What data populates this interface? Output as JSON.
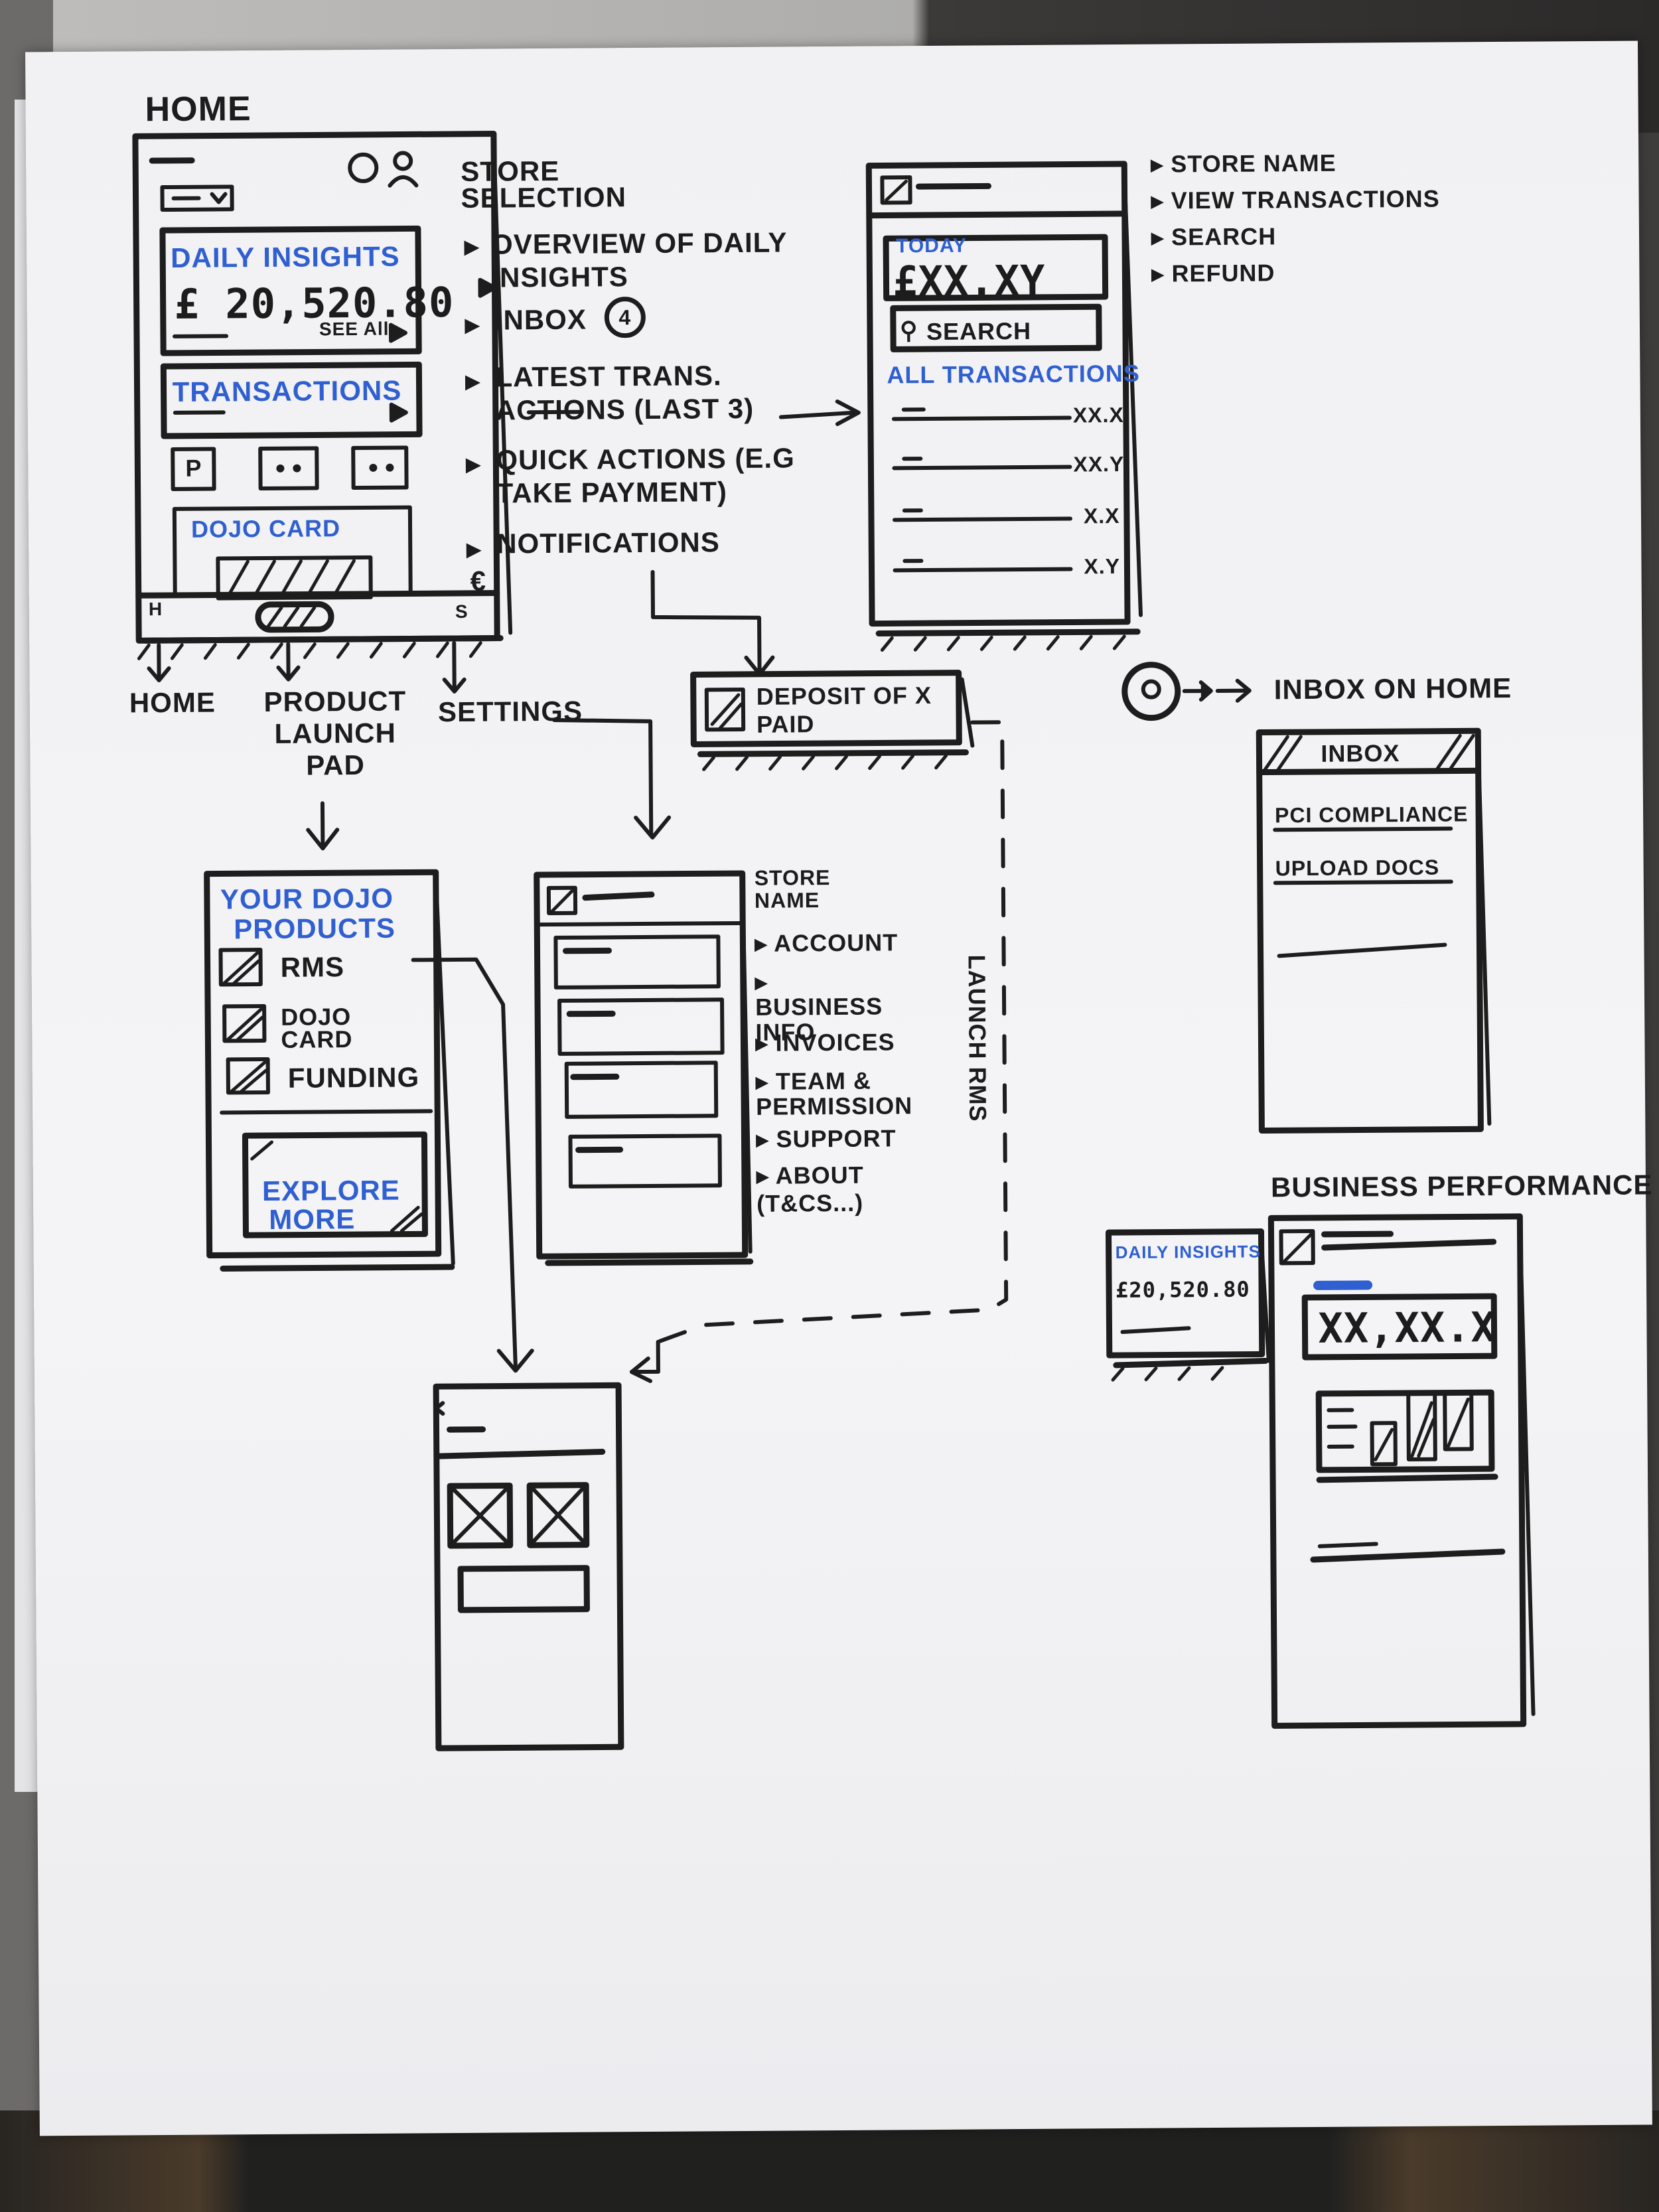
{
  "home": {
    "title": "HOME",
    "daily_insights_label": "DAILY INSIGHTS",
    "daily_insights_value": "£ 20,520.80",
    "see_all": "SEE All",
    "transactions_label": "TRANSACTIONS",
    "quick_action_p": "P",
    "dojo_card_label": "DOJO CARD",
    "nav_h": "H",
    "nav_s": "S",
    "nav_labels": [
      "HOME",
      "PRODUCT LAUNCH PAD",
      "SETTINGS"
    ]
  },
  "home_notes": {
    "store_selection": "STORE SELECTION",
    "overview": "OVERVIEW OF DAILY INSIGHTS",
    "inbox": "INBOX",
    "inbox_badge": "4",
    "latest": "LATEST TRANS. ACTIONS (LAST 3)",
    "quick": "QUICK ACTIONS (E.G TAKE PAYMENT)",
    "notifications": "NOTIFICATIONS",
    "euro": "€"
  },
  "transactions_screen": {
    "today_label": "TODAY",
    "today_value": "£XX.XY",
    "search_label": "SEARCH",
    "all_label": "ALL TRANSACTIONS",
    "row_values": [
      "XX.X",
      "XX.Y",
      "X.X",
      "X.Y"
    ],
    "notes": [
      "STORE NAME",
      "VIEW TRANSACTIONS",
      "SEARCH",
      "REFUND"
    ]
  },
  "notification": {
    "text_line1": "DEPOSIT OF X",
    "text_line2": "PAID",
    "launch_label": "LAUNCH RMS"
  },
  "product_launchpad": {
    "title_line1": "YOUR DOJO",
    "title_line2": "PRODUCTS",
    "items": [
      "RMS",
      "DOJO CARD",
      "FUNDING"
    ],
    "explore_line1": "EXPLORE",
    "explore_line2": "MORE"
  },
  "settings": {
    "store_name": "STORE NAME",
    "items": [
      "ACCOUNT",
      "BUSINESS INFO",
      "INVOICES",
      "TEAM & PERMISSION",
      "SUPPORT",
      "ABOUT (T&CS...)"
    ]
  },
  "inbox": {
    "badge": "4",
    "heading": "INBOX ON HOME",
    "title": "INBOX",
    "items": [
      "PCI COMPLIANCE",
      "UPLOAD DOCS"
    ]
  },
  "business_performance": {
    "heading": "BUSINESS PERFORMANCE",
    "card_label": "DAILY INSIGHTS",
    "card_value": "£20,520.80",
    "value": "XX,XX.X"
  },
  "colors": {
    "ink": "#1d1d1d",
    "blue_marker": "#2f5fd0",
    "paper": "#f3f3f5"
  }
}
